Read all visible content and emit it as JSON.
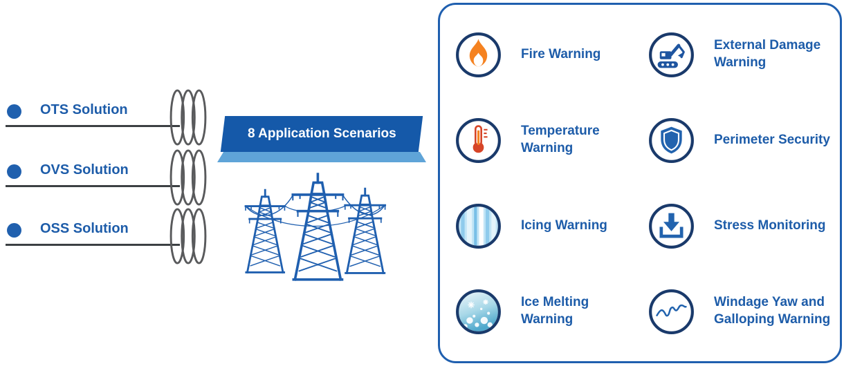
{
  "colors": {
    "text_blue": "#1D5CA9",
    "banner_blue": "#1559A9",
    "banner_light_blue": "#5FA4D8",
    "tower_blue": "#1F5FAF",
    "icon_ring_navy": "#1A3A6B",
    "icon_blue": "#2263AE",
    "flame_orange": "#F58220",
    "thermometer_red": "#D64527",
    "coil_gray": "#595A5C",
    "line_dark": "#3C4043"
  },
  "solutions": [
    {
      "label": "OTS Solution",
      "icon": "fiber-coil-icon"
    },
    {
      "label": "OVS Solution",
      "icon": "fiber-coil-icon"
    },
    {
      "label": "OSS Solution",
      "icon": "fiber-coil-icon"
    }
  ],
  "banner": {
    "label": "8 Application Scenarios"
  },
  "scenarios": [
    {
      "label": "Fire Warning",
      "icon": "fire-icon"
    },
    {
      "label": "External Damage Warning",
      "icon": "excavator-icon"
    },
    {
      "label": "Temperature Warning",
      "icon": "thermometer-icon"
    },
    {
      "label": "Perimeter Security",
      "icon": "shield-icon"
    },
    {
      "label": "Icing Warning",
      "icon": "icing-icon"
    },
    {
      "label": "Stress Monitoring",
      "icon": "stress-arrow-icon"
    },
    {
      "label": "Ice Melting Warning",
      "icon": "ice-melting-icon"
    },
    {
      "label": "Windage Yaw and Galloping Warning",
      "icon": "windage-wave-icon"
    }
  ]
}
